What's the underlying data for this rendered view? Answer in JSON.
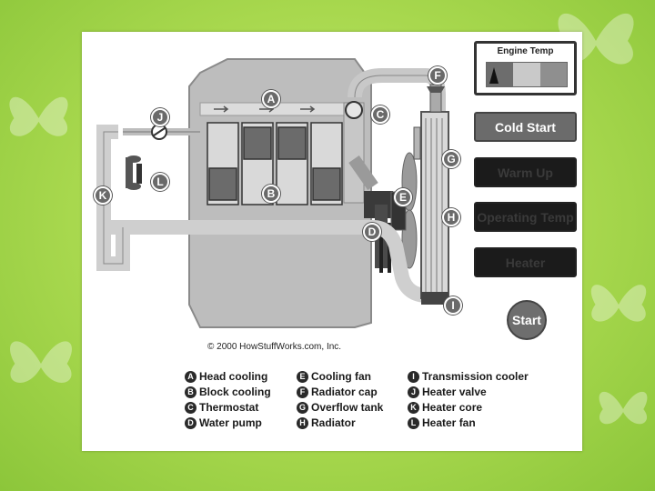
{
  "temp_gauge": {
    "title": "Engine Temp",
    "colors": [
      "#6d6d6d",
      "#c9c9c9",
      "#8f8f8f"
    ]
  },
  "buttons": [
    {
      "label": "Cold Start",
      "active": true
    },
    {
      "label": "Warm Up",
      "active": false
    },
    {
      "label": "Operating Temp",
      "active": false
    },
    {
      "label": "Heater",
      "active": false
    }
  ],
  "start_label": "Start",
  "copyright": "© 2000 HowStuffWorks.com, Inc.",
  "callouts": [
    "A",
    "B",
    "C",
    "D",
    "E",
    "F",
    "G",
    "H",
    "I",
    "J",
    "K",
    "L"
  ],
  "legend": [
    {
      "letter": "A",
      "label": "Head cooling"
    },
    {
      "letter": "E",
      "label": "Cooling fan"
    },
    {
      "letter": "I",
      "label": "Transmission cooler"
    },
    {
      "letter": "B",
      "label": "Block cooling"
    },
    {
      "letter": "F",
      "label": "Radiator cap"
    },
    {
      "letter": "J",
      "label": "Heater valve"
    },
    {
      "letter": "C",
      "label": "Thermostat"
    },
    {
      "letter": "G",
      "label": "Overflow tank"
    },
    {
      "letter": "K",
      "label": "Heater core"
    },
    {
      "letter": "D",
      "label": "Water pump"
    },
    {
      "letter": "H",
      "label": "Radiator"
    },
    {
      "letter": "L",
      "label": "Heater fan"
    }
  ]
}
